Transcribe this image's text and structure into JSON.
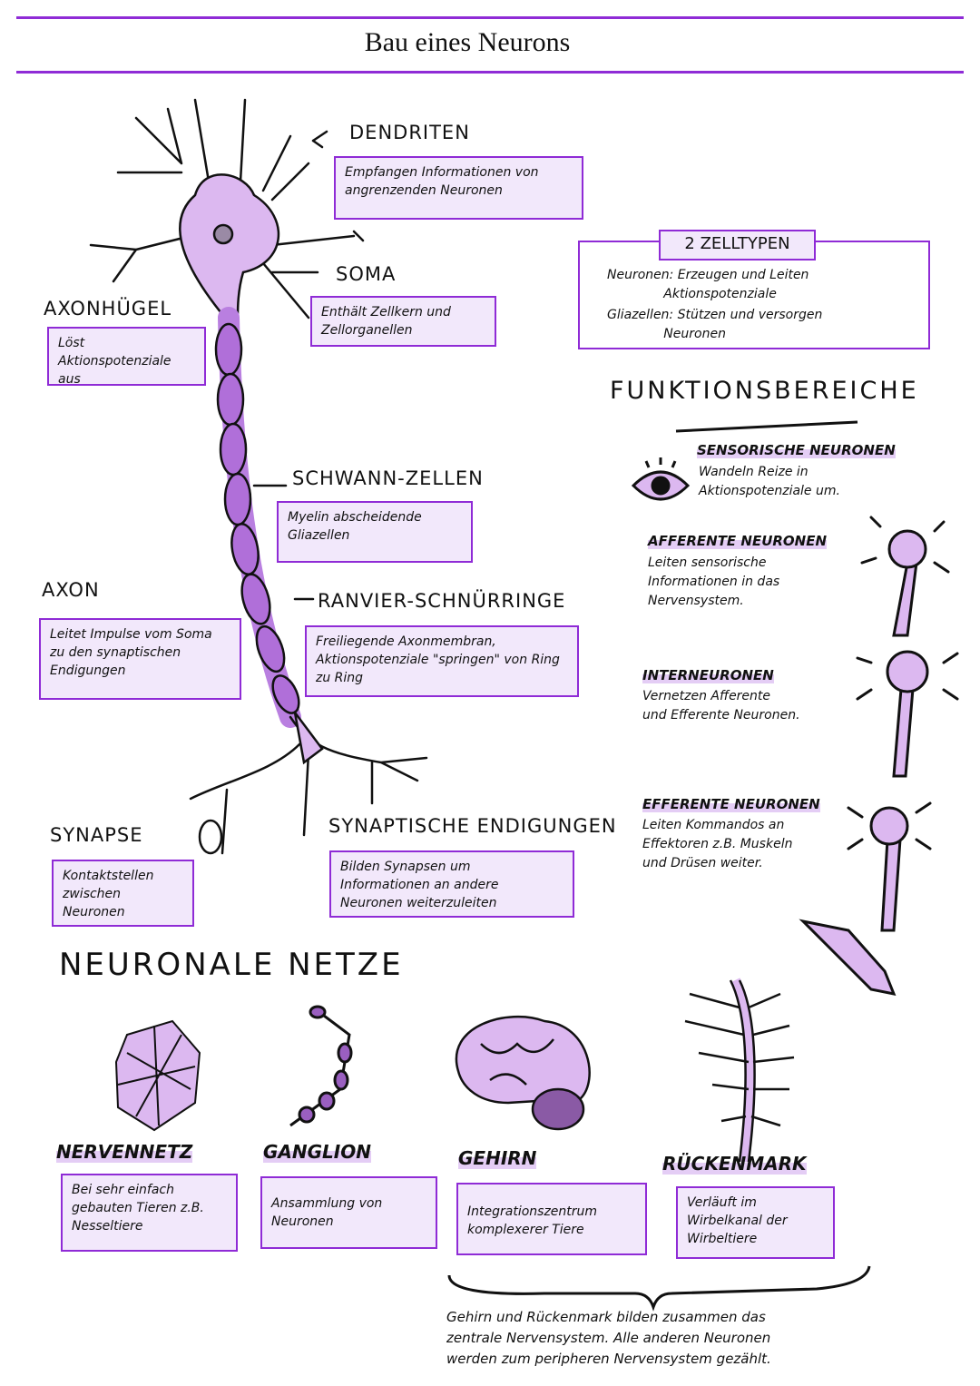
{
  "title": "Bau eines Neurons",
  "neuron": {
    "dendriten": {
      "label": "DENDRITEN",
      "text": "Empfangen Informationen von angrenzenden Neuronen"
    },
    "soma": {
      "label": "SOMA",
      "text": "Enthält Zellkern und Zellorganellen"
    },
    "axonhuegel": {
      "label": "AXONHÜGEL",
      "text": "Löst Aktionspotenziale aus"
    },
    "schwann": {
      "label": "SCHWANN-ZELLEN",
      "text": "Myelin abscheidende Gliazellen"
    },
    "axon": {
      "label": "AXON",
      "text": "Leitet Impulse vom Soma zu den synaptischen Endigungen"
    },
    "ranvier": {
      "label": "RANVIER-SCHNÜRRINGE",
      "text": "Freiliegende Axonmembran, Aktionspotenziale \"springen\" von Ring zu Ring"
    },
    "synapse": {
      "label": "SYNAPSE",
      "text": "Kontaktstellen zwischen Neuronen"
    },
    "endigungen": {
      "label": "SYNAPTISCHE ENDIGUNGEN",
      "text": "Bilden Synapsen um Informationen an andere Neuronen weiterzuleiten"
    }
  },
  "zelltypen": {
    "label": "2 ZELLTYPEN",
    "neuronen": "Neuronen: Erzeugen und Leiten\n              Aktionspotenziale",
    "glia": "Gliazellen: Stützen und versorgen\n              Neuronen"
  },
  "funktion": {
    "heading": "FUNKTIONSBEREICHE",
    "sensorisch": {
      "label": "SENSORISCHE NEURONEN",
      "text": "Wandeln Reize in\nAktionspotenziale um."
    },
    "afferent": {
      "label": "AFFERENTE NEURONEN",
      "text": "Leiten sensorische\nInformationen in das\nNervensystem."
    },
    "inter": {
      "label": "INTERNEURONEN",
      "text": "Vernetzen Afferente\nund Efferente Neuronen."
    },
    "efferent": {
      "label": "EFFERENTE NEURONEN",
      "text": "Leiten Kommandos an\nEffektoren z.B. Muskeln\nund Drüsen weiter."
    }
  },
  "netze": {
    "heading": "NEURONALE NETZE",
    "items": [
      {
        "label": "NERVENNETZ",
        "text": "Bei sehr einfach gebauten Tieren z.B. Nesseltiere"
      },
      {
        "label": "GANGLION",
        "text": "Ansammlung von Neuronen"
      },
      {
        "label": "GEHIRN",
        "text": "Integrationszentrum komplexerer Tiere"
      },
      {
        "label": "RÜCKENMARK",
        "text": "Verläuft im Wirbelkanal der Wirbeltiere"
      }
    ],
    "summary": "Gehirn und Rückenmark bilden zusammen das\nzentrale Nervensystem. Alle anderen Neuronen\nwerden zum peripheren Nervensystem gezählt."
  },
  "colors": {
    "accent": "#8f2bd6",
    "fill": "#f2e8fb",
    "cell": "#dcb8f0"
  }
}
